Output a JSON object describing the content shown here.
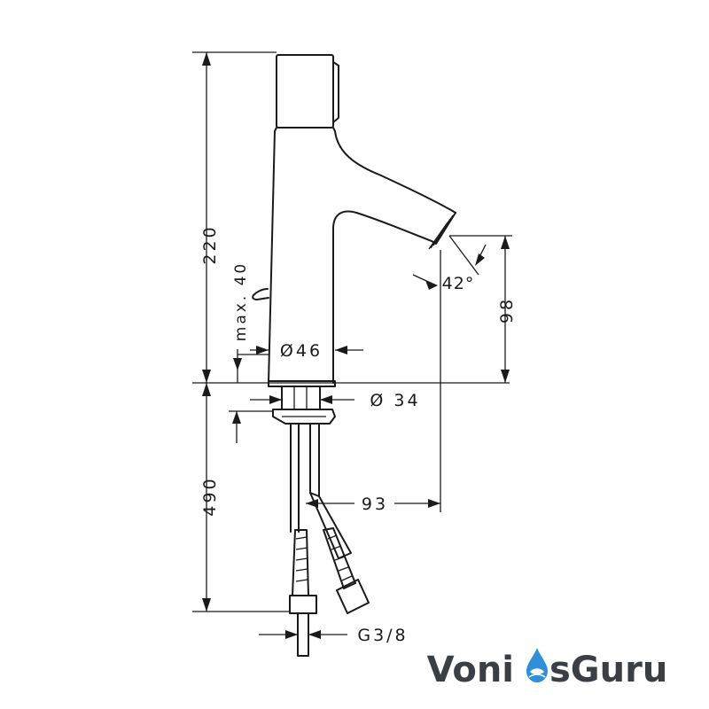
{
  "dimensions": {
    "height_total": "220",
    "height_spout": "98",
    "rod_height": "max. 40",
    "body_diameter": "Ø46",
    "base_diameter": "Ø 34",
    "spout_angle": "42°",
    "hose_length": "490",
    "spout_reach": "93",
    "thread": "G3/8"
  },
  "logo": {
    "part1": "Voni",
    "part2": "sGuru",
    "color": "#3a3f45",
    "drop_color": "#2f8fd8"
  }
}
